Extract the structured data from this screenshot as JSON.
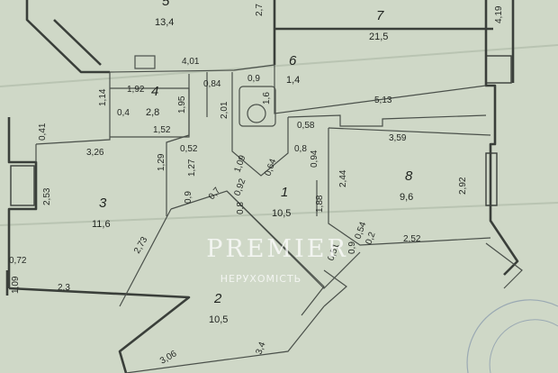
{
  "rooms": [
    {
      "id": "5",
      "area": "13,4"
    },
    {
      "id": "7",
      "area": "21,5"
    },
    {
      "id": "6",
      "area": "1,4"
    },
    {
      "id": "4",
      "area": "2,8"
    },
    {
      "id": "3",
      "area": "11,6"
    },
    {
      "id": "1",
      "area": "10,5"
    },
    {
      "id": "8",
      "area": "9,6"
    },
    {
      "id": "2",
      "area": "10,5"
    }
  ],
  "dimensions": [
    "2,7",
    "4,19",
    "4,01",
    "0,84",
    "0,9",
    "1,6",
    "2,01",
    "1,92",
    "1,14",
    "0,4",
    "1,52",
    "0,41",
    "1,95",
    "5,13",
    "0,58",
    "3,59",
    "3,26",
    "0,52",
    "1,29",
    "1,27",
    "1,09",
    "0,64",
    "0,92",
    "0,8",
    "0,94",
    "2,44",
    "2,92",
    "2,53",
    "0,7",
    "0,8",
    "1,88",
    "0,72",
    "1,09",
    "2,73",
    "2,3",
    "2,52",
    "3,06",
    "3,4",
    "0,51",
    "0,9",
    "0,9",
    "0,54",
    "0,2"
  ],
  "watermark": {
    "title": "PREMIER",
    "subtitle": "НЕРУХОМІСТЬ"
  }
}
